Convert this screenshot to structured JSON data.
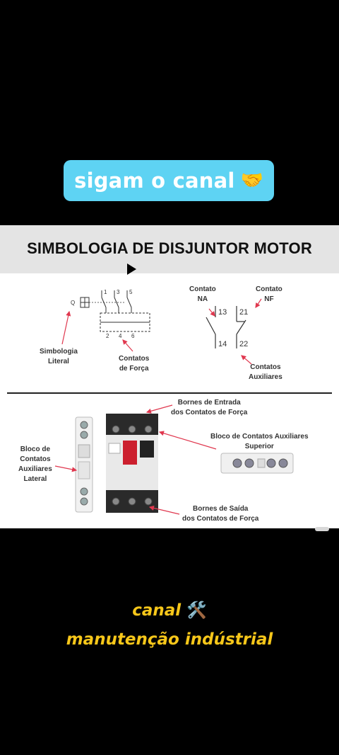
{
  "banner": {
    "text": "sigam o canal",
    "icon": "handshake-icon"
  },
  "title": "SIMBOLOGIA DE DISJUNTOR MOTOR",
  "symbol_diagram": {
    "q_label": "Q",
    "terminals_top": [
      "1",
      "3",
      "5"
    ],
    "terminals_bottom": [
      "2",
      "4",
      "6"
    ],
    "aux_top": [
      "13",
      "21"
    ],
    "aux_bottom": [
      "14",
      "22"
    ]
  },
  "labels": {
    "simbologia_lateral": [
      "Simbologia",
      "Literal"
    ],
    "contatos_forca": [
      "Contatos",
      "de Força"
    ],
    "contato_na": [
      "Contato",
      "NA"
    ],
    "contato_nf": [
      "Contato",
      "NF"
    ],
    "contatos_auxiliares": [
      "Contatos",
      "Auxiliares"
    ],
    "bornes_entrada": [
      "Bornes de Entrada",
      "dos Contatos de Força"
    ],
    "bloco_superior": [
      "Bloco de Contatos Auxiliares",
      "Superior"
    ],
    "bloco_lateral": [
      "Bloco de",
      "Contatos",
      "Auxiliares",
      "Lateral"
    ],
    "bornes_saida": [
      "Bornes de Saída",
      "dos Contatos de Força"
    ]
  },
  "footer": {
    "line1": "canal",
    "icon": "tools-icon",
    "line2": "manutenção indústrial"
  },
  "colors": {
    "banner": "#5ed3f3",
    "footer_text": "#f7c71a",
    "arrow": "#e0384f"
  }
}
